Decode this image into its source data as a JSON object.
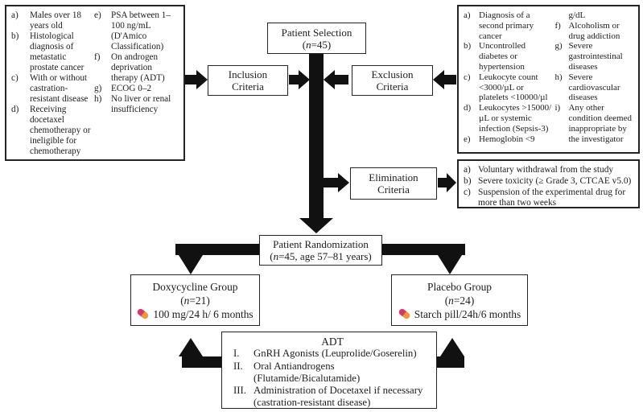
{
  "pill_colors": {
    "left": "#d5386a",
    "right": "#f0973b"
  },
  "ink": "#111111",
  "nodes": {
    "patient_selection": {
      "title": "Patient Selection",
      "sub_html": "(<i>n</i>=45)"
    },
    "inclusion": {
      "line1": "Inclusion",
      "line2": "Criteria"
    },
    "exclusion": {
      "line1": "Exclusion",
      "line2": "Criteria"
    },
    "elimination": {
      "line1": "Elimination",
      "line2": "Criteria"
    },
    "randomization": {
      "title": "Patient Randomization",
      "sub_html": "(<i>n</i>=45, age 57–81 years)"
    },
    "doxycycline": {
      "title": "Doxycycline Group",
      "sub_html": "(<i>n</i>=21)",
      "dose": "100 mg/24 h/ 6 months"
    },
    "placebo": {
      "title": "Placebo Group",
      "sub_html": "(<i>n</i>=24)",
      "dose": "Starch pill/24h/6 months"
    },
    "adt": {
      "title": "ADT",
      "items": [
        {
          "label": "I.",
          "text": "GnRH Agonists (Leuprolide/Goserelin)"
        },
        {
          "label": "II.",
          "text": "Oral Antiandrogens (Flutamide/Bicalutamide)"
        },
        {
          "label": "III.",
          "text": "Administration of Docetaxel if necessary (castration-resistant disease)"
        }
      ]
    }
  },
  "inclusion_list": {
    "col1": [
      {
        "label": "a)",
        "text": "Males over 18 years old"
      },
      {
        "label": "b)",
        "text": "Histological diagnosis of metastatic prostate cancer"
      },
      {
        "label": "c)",
        "text": "With or without castration-resistant disease"
      },
      {
        "label": "d)",
        "text": "Receiving docetaxel chemotherapy or ineligible for chemotherapy"
      }
    ],
    "col2": [
      {
        "label": "e)",
        "text": "PSA between 1–100 ng/mL (D'Amico Classification)"
      },
      {
        "label": "f)",
        "text": "On androgen deprivation therapy (ADT)"
      },
      {
        "label": "g)",
        "text": "ECOG 0–2"
      },
      {
        "label": "h)",
        "text": "No liver or renal insufficiency"
      }
    ]
  },
  "exclusion_list": {
    "col1": [
      {
        "label": "a)",
        "text": "Diagnosis of a second primary cancer"
      },
      {
        "label": "b)",
        "text": "Uncontrolled diabetes or hypertension"
      },
      {
        "label": "c)",
        "text": "Leukocyte count <3000/µL or platelets <10000/µl"
      },
      {
        "label": "d)",
        "text": "Leukocytes >15000/µL or systemic infection (Sepsis-3)"
      },
      {
        "label": "e)",
        "text": "Hemoglobin <9"
      }
    ],
    "col2": [
      {
        "label": "",
        "text": "g/dL"
      },
      {
        "label": "f)",
        "text": "Alcoholism or drug addiction"
      },
      {
        "label": "g)",
        "text": "Severe gastrointestinal diseases"
      },
      {
        "label": "h)",
        "text": "Severe cardiovascular diseases"
      },
      {
        "label": "i)",
        "text": "Any other condition deemed inappropriate by the investigator"
      }
    ]
  },
  "elimination_list": [
    {
      "label": "a)",
      "text": "Voluntary withdrawal from the study"
    },
    {
      "label": "b)",
      "text": "Severe toxicity (≥ Grade 3, CTCAE v5.0)"
    },
    {
      "label": "c)",
      "text": "Suspension of the experimental drug for more than two weeks"
    }
  ]
}
